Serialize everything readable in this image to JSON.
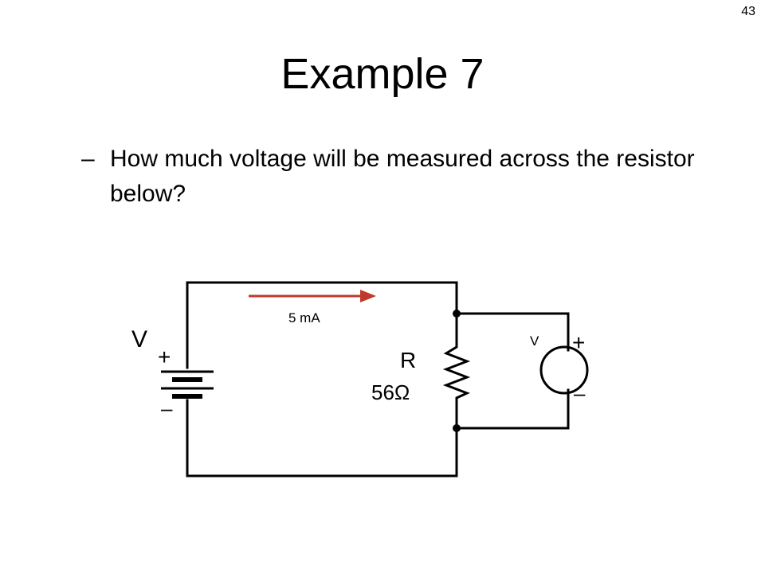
{
  "slide": {
    "number": "43",
    "title": "Example 7",
    "bullet_marker": "–",
    "bullet_text": "How much voltage will be measured across the resistor below?"
  },
  "circuit": {
    "current_label": "5 mA",
    "source_label": "V",
    "source_plus": "+",
    "source_minus": "–",
    "resistor_name": "R",
    "resistor_value": "56Ω",
    "meter_label": "V",
    "meter_plus": "+",
    "meter_minus": "–",
    "arrow_color": "#c0392b",
    "wire_color": "#000000"
  }
}
